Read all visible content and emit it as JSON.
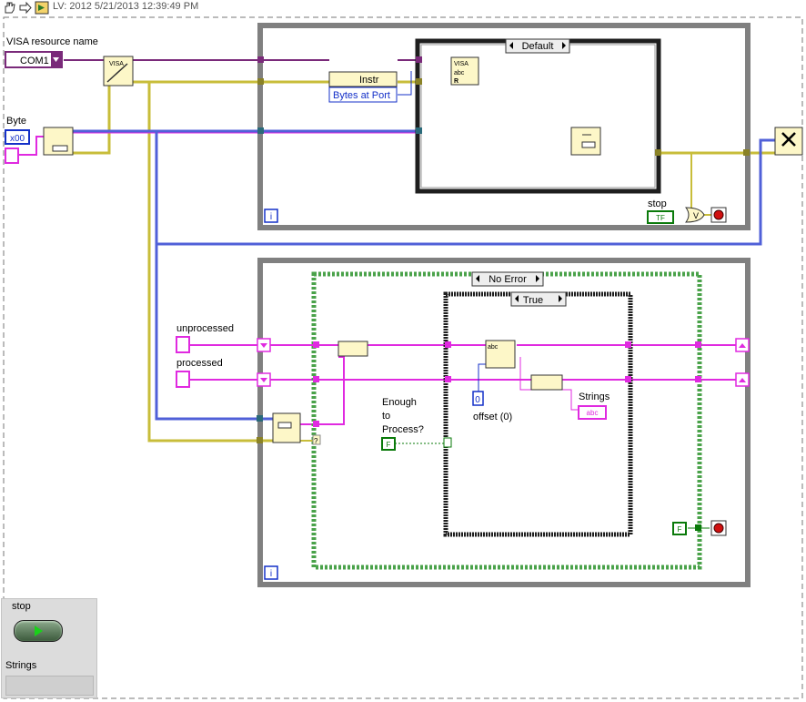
{
  "toolbar": {
    "title": "LV: 2012 5/21/2013 12:39:49 PM",
    "icons": [
      "hand-icon",
      "arrow-icon",
      "labview-icon"
    ]
  },
  "controls": {
    "visa_label": "VISA resource name",
    "visa_value": "COM1",
    "byte_label": "Byte",
    "byte_value": "x00",
    "unprocessed_label": "unprocessed",
    "processed_label": "processed"
  },
  "top_loop": {
    "case_selector": "Default",
    "property_class": "Instr",
    "property_name": "Bytes at Port",
    "stop_label": "stop",
    "stop_const": "TF",
    "or_label": "V",
    "iteration": "i"
  },
  "bottom_loop": {
    "outer_case": "No Error",
    "inner_case": "True",
    "enough_label_1": "Enough",
    "enough_label_2": "to",
    "enough_label_3": "Process?",
    "enough_const": "F",
    "offset_value": "0",
    "offset_label": "offset (0)",
    "strings_label": "Strings",
    "strings_ind": "abc",
    "false_const": "F",
    "iteration": "i"
  },
  "front_panel": {
    "stop_label": "stop",
    "strings_label": "Strings"
  },
  "colors": {
    "loop_border": "#808080",
    "case_green": "#4aa24a",
    "case_black": "#1e1e1e",
    "wire_pink": "#e02ae0",
    "wire_yellow": "#c8bd3a",
    "wire_blue": "#5060d8",
    "wire_purple": "#7a2a7a",
    "node_bg": "#fdf7c8",
    "int_blue": "#1430c8",
    "bool_green": "#0a7a0a"
  }
}
